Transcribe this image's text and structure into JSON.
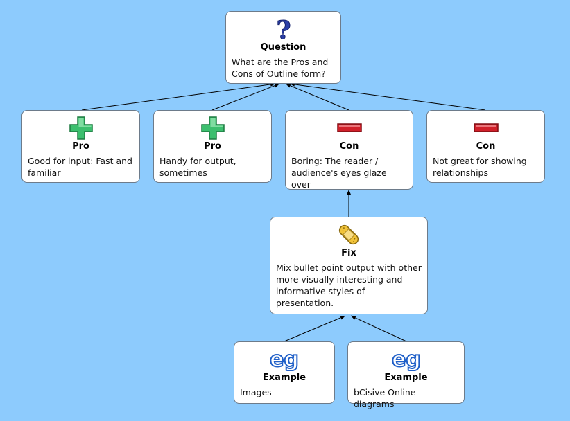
{
  "colors": {
    "background": "#8dcbfd",
    "link": "#000000",
    "pro": "#2fae5e",
    "con": "#d0202a",
    "question": "#2b3fa8",
    "fix": "#f2c43a",
    "example": "#1f5fc8"
  },
  "nodes": {
    "question": {
      "icon": "question-icon",
      "type": "Question",
      "text": "What are the Pros and Cons of Outline form?"
    },
    "pro1": {
      "icon": "plus-icon",
      "type": "Pro",
      "text": "Good for input: Fast and familiar"
    },
    "pro2": {
      "icon": "plus-icon",
      "type": "Pro",
      "text": "Handy for output, sometimes"
    },
    "con1": {
      "icon": "minus-icon",
      "type": "Con",
      "text": "Boring: The reader / audience's eyes glaze over"
    },
    "con2": {
      "icon": "minus-icon",
      "type": "Con",
      "text": "Not great for showing relationships"
    },
    "fix": {
      "icon": "bandage-icon",
      "type": "Fix",
      "text": "Mix bullet point output with other more visually interesting and informative styles of presentation."
    },
    "example1": {
      "icon": "eg-icon",
      "type": "Example",
      "text": "Images"
    },
    "example2": {
      "icon": "eg-icon",
      "type": "Example",
      "text": "bCisive Online diagrams"
    }
  },
  "eg_glyph": "eg"
}
